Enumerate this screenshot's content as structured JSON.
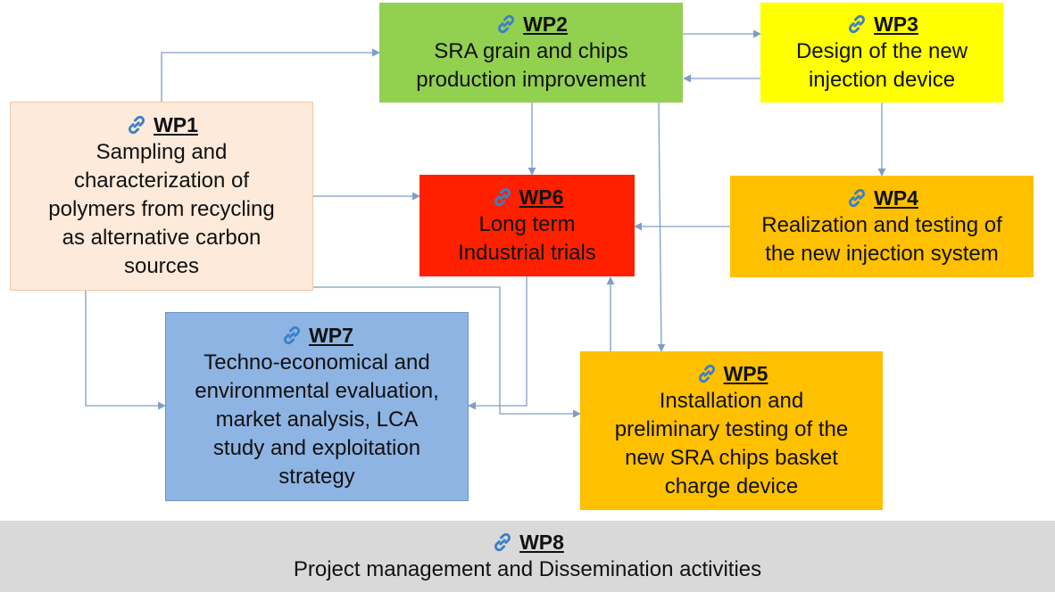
{
  "colors": {
    "wp1": "#fdeada",
    "wp2": "#92d050",
    "wp3": "#ffff00",
    "wp4": "#ffc000",
    "wp5": "#ffc000",
    "wp6": "#ff2000",
    "wp7": "#8eb4e3",
    "wp8": "#d9d9d9",
    "arrow": "#7f9ec4",
    "link_icon": "#3a7fc9"
  },
  "icons": {
    "work_package_link": "link-icon"
  },
  "work_packages": {
    "wp1": {
      "title": "WP1",
      "description": "Sampling and\ncharacterization of\npolymers from recycling\nas alternative carbon\nsources"
    },
    "wp2": {
      "title": "WP2",
      "description": "SRA grain and chips\nproduction improvement"
    },
    "wp3": {
      "title": "WP3",
      "description": "Design of the new\ninjection device"
    },
    "wp4": {
      "title": "WP4",
      "description": "Realization and testing of\nthe new injection system"
    },
    "wp5": {
      "title": "WP5",
      "description": "Installation and\npreliminary testing of the\nnew SRA chips basket\ncharge device"
    },
    "wp6": {
      "title": "WP6",
      "description": "Long term\nIndustrial trials"
    },
    "wp7": {
      "title": "WP7",
      "description": "Techno-economical and\nenvironmental evaluation,\nmarket analysis, LCA\nstudy and exploitation\nstrategy"
    },
    "wp8": {
      "title": "WP8",
      "description": "Project management and Dissemination activities"
    }
  },
  "links": [
    {
      "from": "WP1",
      "to": "WP2"
    },
    {
      "from": "WP2",
      "to": "WP3"
    },
    {
      "from": "WP3",
      "to": "WP2"
    },
    {
      "from": "WP2",
      "to": "WP6"
    },
    {
      "from": "WP3",
      "to": "WP4"
    },
    {
      "from": "WP1",
      "to": "WP6"
    },
    {
      "from": "WP4",
      "to": "WP6"
    },
    {
      "from": "WP2",
      "to": "WP5"
    },
    {
      "from": "WP1",
      "to": "WP7"
    },
    {
      "from": "WP1",
      "to": "WP5"
    },
    {
      "from": "WP6",
      "to": "WP7"
    },
    {
      "from": "WP5",
      "to": "WP6"
    }
  ]
}
